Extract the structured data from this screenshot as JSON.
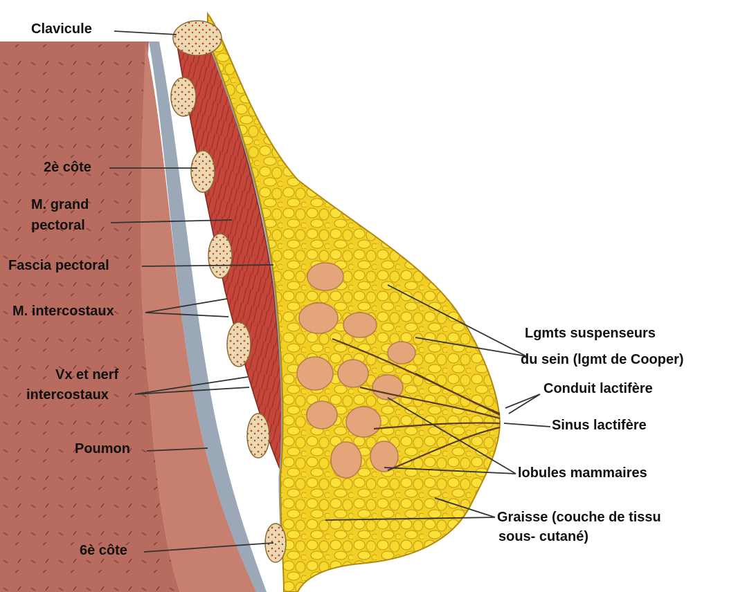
{
  "labels": {
    "clavicule": "Clavicule",
    "cote2": "2è côte",
    "grand_pectoral_1": "M. grand",
    "grand_pectoral_2": "pectoral",
    "fascia": "Fascia pectoral",
    "intercostaux": "M. intercostaux",
    "vx_nerf_1": "Vx et nerf",
    "vx_nerf_2": "intercostaux",
    "poumon": "Poumon",
    "cote6": "6è côte",
    "cooper_1": "Lgmts suspenseurs",
    "cooper_2": "du sein (lgmt de Cooper)",
    "conduit": "Conduit lactifère",
    "sinus": "Sinus lactifère",
    "lobules": "lobules  mammaires",
    "graisse_1": "Graisse (couche de tissu",
    "graisse_2": "sous- cutané)"
  },
  "colors": {
    "lung": "#b86a5e",
    "muscle": "#c0473c",
    "fat": "#f3d22a",
    "lobule": "#e0a070",
    "bone": "#e8d8b0",
    "line": "#333333"
  }
}
